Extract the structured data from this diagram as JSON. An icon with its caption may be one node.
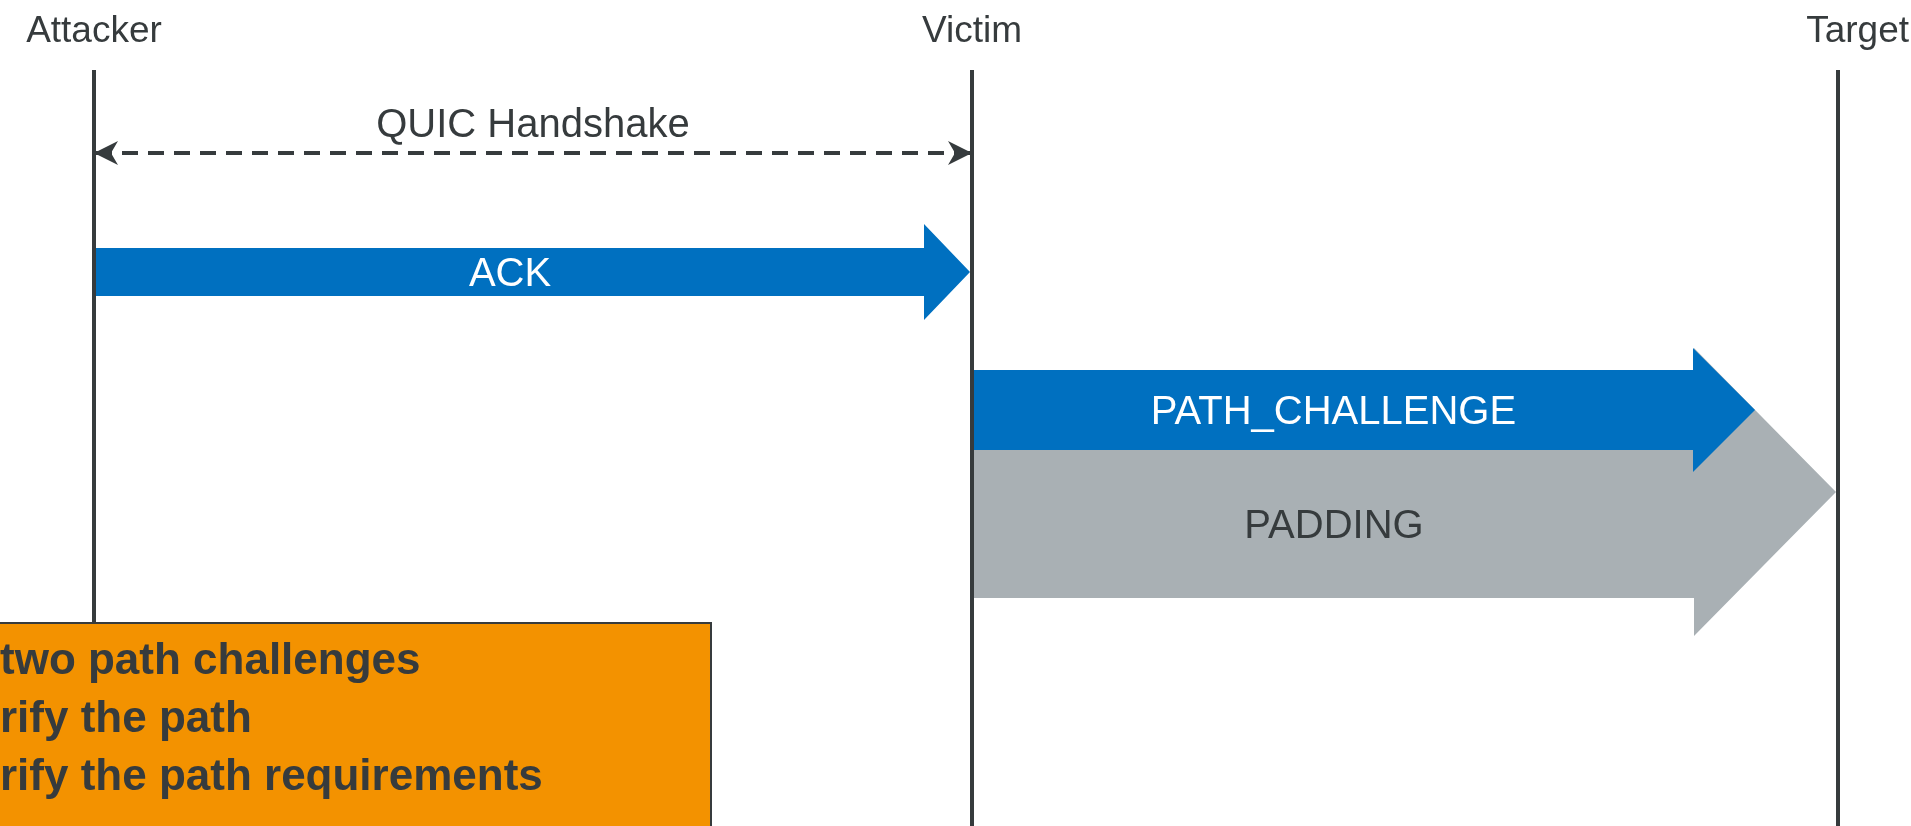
{
  "diagram": {
    "nodes": [
      {
        "text": [
          "Attacker"
        ]
      },
      {
        "text": [
          "Victim"
        ]
      },
      {
        "text": [
          "Target"
        ]
      },
      {
        "text": [
          "two path challenges",
          "rify the path",
          "rify the path requirements"
        ]
      }
    ],
    "edges": [
      {
        "from": 0,
        "to": 1,
        "arrow": "both",
        "label": "QUIC Handshake",
        "style": "dashed"
      },
      {
        "from": 0,
        "to": 1,
        "arrow": "to",
        "label": "ACK",
        "style": "thick",
        "color": "#0070c0"
      },
      {
        "from": 1,
        "to": null,
        "arrow": "to",
        "label": "PATH_CHALLENGE",
        "style": "thick",
        "color": "#0070c0"
      },
      {
        "from": 1,
        "to": 2,
        "arrow": "to",
        "label": "PADDING",
        "style": "thick",
        "color": "#a9b0b4"
      }
    ]
  }
}
